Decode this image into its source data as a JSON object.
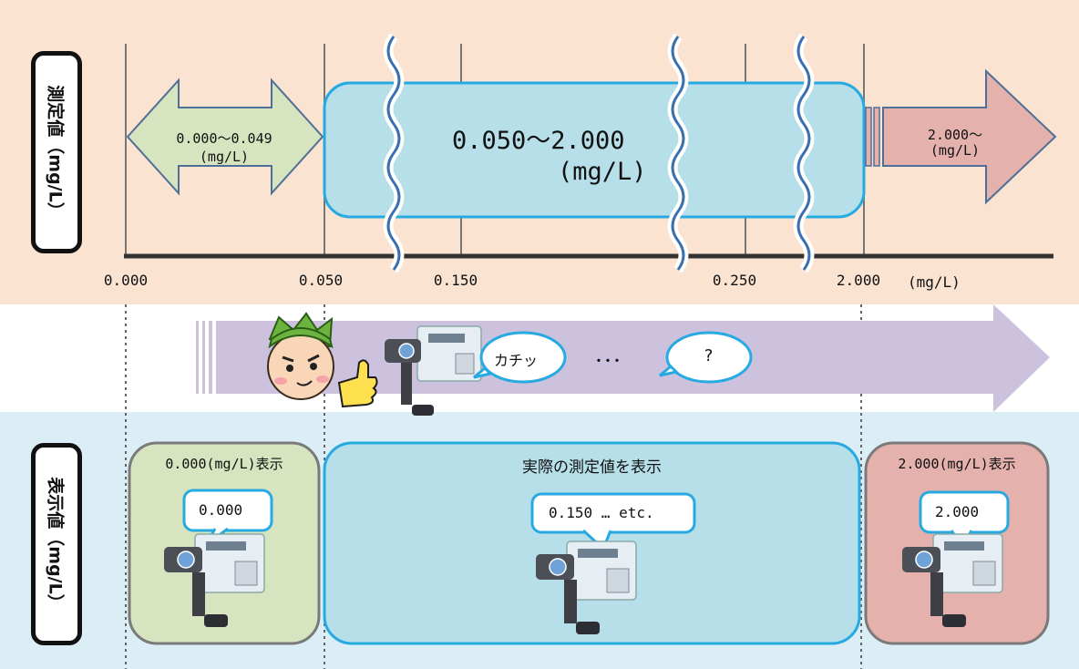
{
  "left_labels": {
    "measured": "測定値（mg/L）",
    "displayed": "表示値（mg/L）"
  },
  "axis": {
    "ticks": [
      "0.000",
      "0.050",
      "0.150",
      "0.250",
      "2.000"
    ],
    "unit": "(mg/L)"
  },
  "ranges": {
    "low": {
      "line1": "0.000～0.049",
      "line2": "(mg/L)"
    },
    "mid": {
      "line1": "0.050～2.000",
      "line2": "(mg/L)"
    },
    "high": {
      "line1": "2.000～",
      "line2": "(mg/L)"
    }
  },
  "middle_row": {
    "bubble_click": "カチッ",
    "dots": "･･･",
    "bubble_question": "?"
  },
  "display_boxes": {
    "low": {
      "title": "0.000(mg/L)表示",
      "value": "0.000"
    },
    "mid": {
      "title": "実際の測定値を表示",
      "value": "0.150 … etc."
    },
    "high": {
      "title": "2.000(mg/L)表示",
      "value": "2.000"
    }
  },
  "colors": {
    "top_band": "#fbe3d2",
    "bottom_band": "#dceef5",
    "green": "#d6e4bf",
    "blue": "#b6dfe9",
    "blue_border": "#27a9e1",
    "red": "#e4b1ad",
    "purple": "#cdc2dd"
  }
}
